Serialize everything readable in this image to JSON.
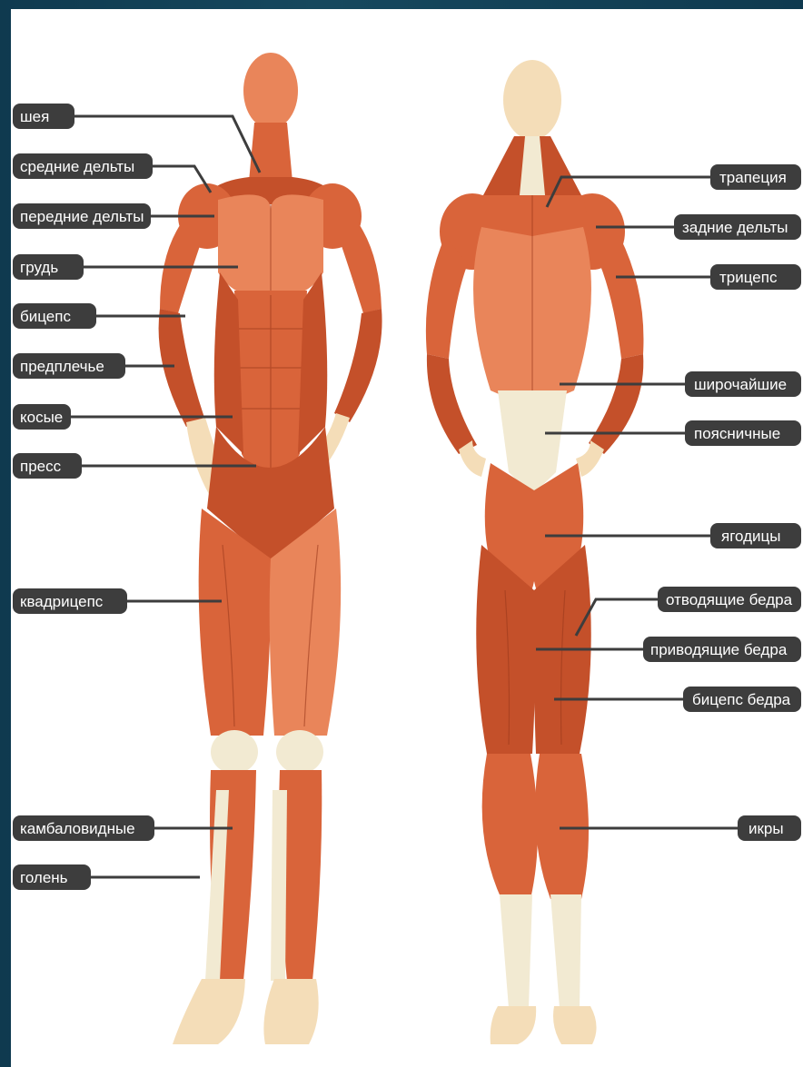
{
  "diagram": {
    "front_labels": [
      {
        "key": "neck",
        "text": "шея"
      },
      {
        "key": "mid_delts",
        "text": "средние дельты"
      },
      {
        "key": "front_delts",
        "text": "передние дельты"
      },
      {
        "key": "chest",
        "text": "грудь"
      },
      {
        "key": "biceps",
        "text": "бицепс"
      },
      {
        "key": "forearm",
        "text": "предплечье"
      },
      {
        "key": "obliques",
        "text": "косые"
      },
      {
        "key": "abs",
        "text": "пресс"
      },
      {
        "key": "quads",
        "text": "квадрицепс"
      },
      {
        "key": "soleus",
        "text": "камбаловидные"
      },
      {
        "key": "shin",
        "text": "голень"
      }
    ],
    "back_labels": [
      {
        "key": "trapezius",
        "text": "трапеция"
      },
      {
        "key": "rear_delts",
        "text": "задние дельты"
      },
      {
        "key": "triceps",
        "text": "трицепс"
      },
      {
        "key": "lats",
        "text": "широчайшие"
      },
      {
        "key": "lower_back",
        "text": "поясничные"
      },
      {
        "key": "glutes",
        "text": "ягодицы"
      },
      {
        "key": "abductors",
        "text": "отводящие бедра"
      },
      {
        "key": "adductors",
        "text": "приводящие бедра"
      },
      {
        "key": "hamstrings",
        "text": "бицепс бедра"
      },
      {
        "key": "calves",
        "text": "икры"
      }
    ],
    "colors": {
      "background": "#0f3a4f",
      "label_pill": "#3d3d3d",
      "label_text": "#ffffff",
      "muscle": "#d9643a",
      "tendon": "#f2ead2"
    }
  }
}
